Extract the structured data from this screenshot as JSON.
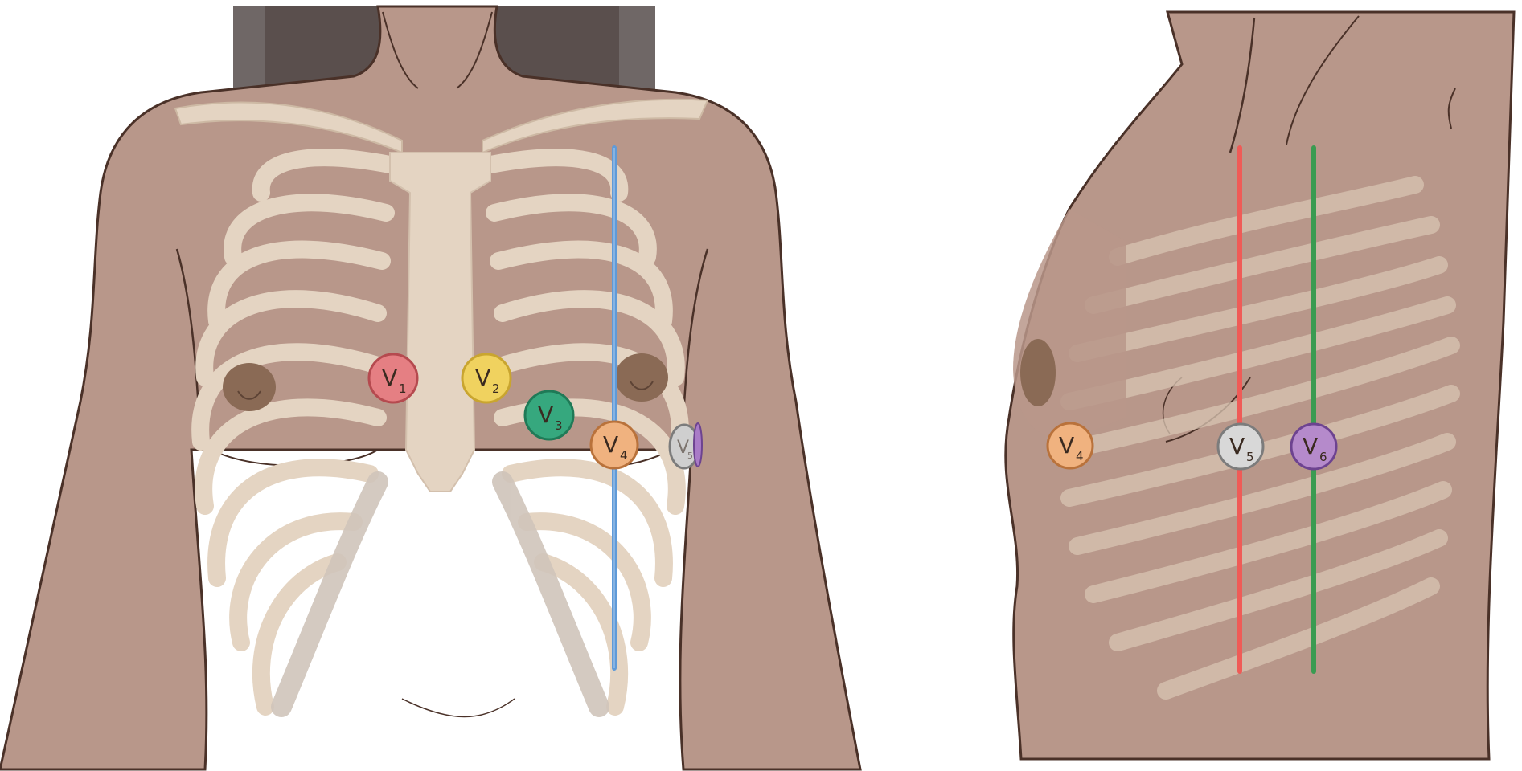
{
  "colors": {
    "background": "#ffffff",
    "skin": "#b8978a",
    "skin_outline": "#4a3128",
    "bone": "#e4d4c2",
    "bone_shadow": "#d3c0ad",
    "cartilage": "#cfc4ba",
    "areola": "#8a6a55",
    "backdrop": "#6f6766",
    "line_blue": "#5f9ad8",
    "line_red": "#ef5b57",
    "line_green": "#3a9b51"
  },
  "front_view": {
    "leads": [
      {
        "id": "V1",
        "main": "V",
        "sub": "1",
        "fill": "#e57f83",
        "stroke": "#b54a4f"
      },
      {
        "id": "V2",
        "main": "V",
        "sub": "2",
        "fill": "#f0d25f",
        "stroke": "#c9a52f"
      },
      {
        "id": "V3",
        "main": "V",
        "sub": "3",
        "fill": "#36a87e",
        "stroke": "#1f7a57"
      },
      {
        "id": "V4",
        "main": "V",
        "sub": "4",
        "fill": "#f0b27f",
        "stroke": "#b9723b"
      },
      {
        "id": "V5",
        "main": "V",
        "sub": "5",
        "fill": "#cfcfcf",
        "stroke": "#7c7c7c"
      },
      {
        "id": "V6",
        "main": "",
        "sub": "",
        "fill": "#a97bc7",
        "stroke": "#6d4390"
      }
    ]
  },
  "side_view": {
    "leads": [
      {
        "id": "V4",
        "main": "V",
        "sub": "4",
        "fill": "#f0b27f",
        "stroke": "#b9723b"
      },
      {
        "id": "V5",
        "main": "V",
        "sub": "5",
        "fill": "#d8d8d8",
        "stroke": "#7c7c7c"
      },
      {
        "id": "V6",
        "main": "V",
        "sub": "6",
        "fill": "#b58acb",
        "stroke": "#6d4390"
      }
    ]
  }
}
